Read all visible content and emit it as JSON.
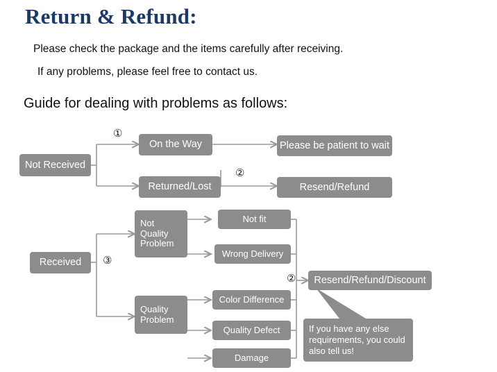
{
  "header": {
    "title": "Return & Refund:",
    "line1": "Please check the package and the items carefully after receiving.",
    "line2": "If any problems, please feel free to contact us.",
    "guide": "Guide for dealing with problems as follows:"
  },
  "colors": {
    "title": "#1b3a6b",
    "box_fill": "#8c8c8c",
    "box_text": "#ffffff",
    "connector": "#9a9a9a",
    "body_text": "#111111"
  },
  "flow": {
    "markers": [
      {
        "label": "①",
        "name": "marker-1"
      },
      {
        "label": "②",
        "name": "marker-2-top"
      },
      {
        "label": "③",
        "name": "marker-3"
      },
      {
        "label": "②",
        "name": "marker-2-bottom"
      }
    ],
    "nodes": [
      {
        "name": "node-not-received",
        "label": "Not Received"
      },
      {
        "name": "node-on-the-way",
        "label": "On the Way"
      },
      {
        "name": "node-returned-lost",
        "label": "Returned/Lost"
      },
      {
        "name": "node-please-be-patient",
        "label": "Please be patient to wait"
      },
      {
        "name": "node-resend-refund",
        "label": "Resend/Refund"
      },
      {
        "name": "node-received",
        "label": "Received"
      },
      {
        "name": "node-not-quality-problem",
        "label": "Not\nQuality\nProblem"
      },
      {
        "name": "node-quality-problem",
        "label": "Quality\nProblem"
      },
      {
        "name": "node-not-fit",
        "label": "Not fit"
      },
      {
        "name": "node-wrong-delivery",
        "label": "Wrong Delivery"
      },
      {
        "name": "node-color-difference",
        "label": "Color Difference"
      },
      {
        "name": "node-quality-defect",
        "label": "Quality Defect"
      },
      {
        "name": "node-damage",
        "label": "Damage"
      },
      {
        "name": "node-resend-refund-discount",
        "label": "Resend/Refund/Discount"
      },
      {
        "name": "node-note",
        "label": "If you have any else requirements, you could also tell us!"
      }
    ]
  }
}
